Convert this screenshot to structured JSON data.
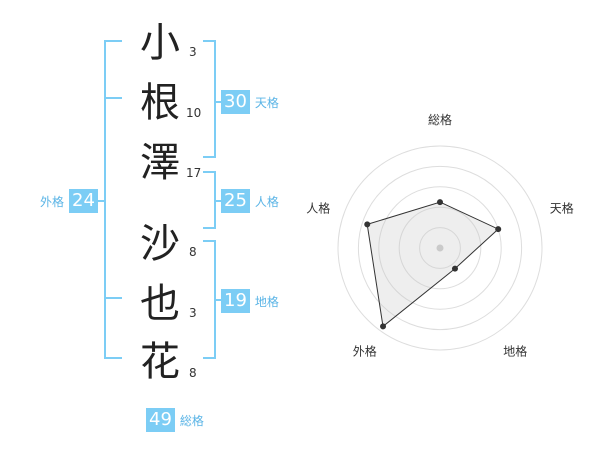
{
  "name": {
    "chars": [
      {
        "char": "小",
        "strokes": "3"
      },
      {
        "char": "根",
        "strokes": "10"
      },
      {
        "char": "澤",
        "strokes": "17"
      },
      {
        "char": "沙",
        "strokes": "8"
      },
      {
        "char": "也",
        "strokes": "3"
      },
      {
        "char": "花",
        "strokes": "8"
      }
    ]
  },
  "kakusu": {
    "tenkaku": {
      "value": "30",
      "label": "天格"
    },
    "jinkaku": {
      "value": "25",
      "label": "人格"
    },
    "chikaku": {
      "value": "19",
      "label": "地格"
    },
    "gaikaku": {
      "value": "24",
      "label": "外格"
    },
    "soukaku": {
      "value": "49",
      "label": "総格"
    }
  },
  "colors": {
    "accent": "#7ccdf5",
    "bracket": "#7ccdf5",
    "label": "#5ab4e6"
  },
  "chart_data": {
    "type": "radar",
    "axes": [
      "総格",
      "天格",
      "地格",
      "外格",
      "人格"
    ],
    "values": [
      0.45,
      0.6,
      0.25,
      0.95,
      0.75
    ],
    "range": [
      0,
      1
    ]
  }
}
